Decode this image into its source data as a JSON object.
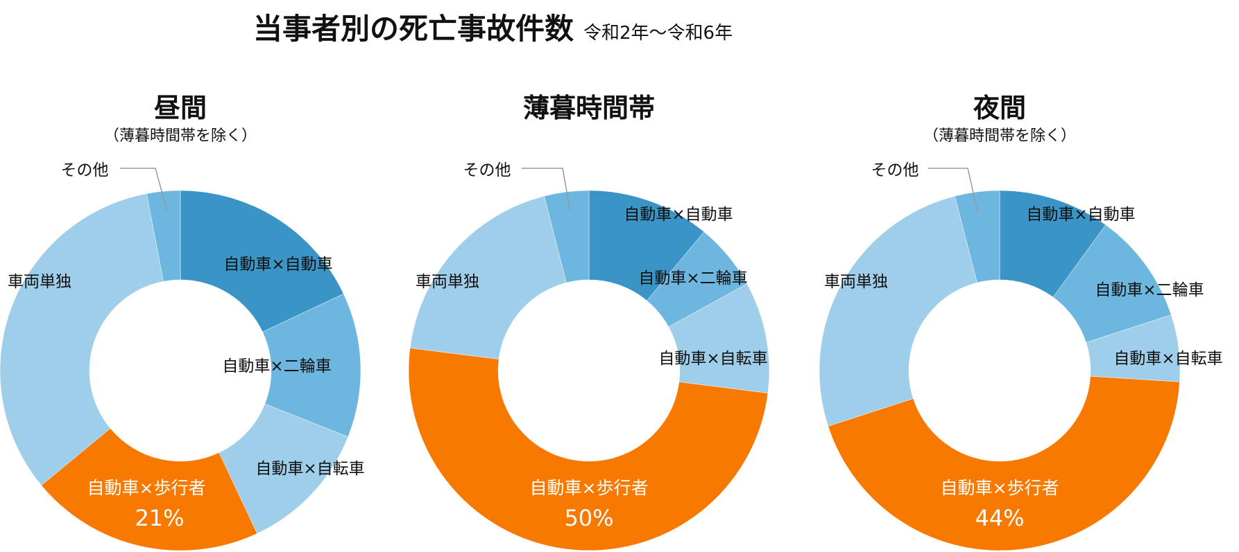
{
  "title": "当事者別の死亡事故件数",
  "period": "令和2年〜令和6年",
  "colors": {
    "car_car": "#3b94c6",
    "car_moto": "#6db6e0",
    "car_bike": "#9ecee9",
    "pedestrian": "#f77900",
    "single": "#9ecee9",
    "other": "#6db6e0",
    "leader": "#999999"
  },
  "chart_data": [
    {
      "type": "pie",
      "title": "昼間",
      "subtitle": "（薄暮時間帯を除く）",
      "labels": [
        "自動車×自動車",
        "自動車×二輪車",
        "自動車×自転車",
        "自動車×歩行者",
        "車両単独",
        "その他"
      ],
      "values": [
        18,
        13,
        12,
        21,
        33,
        3
      ],
      "highlight_label": "21%"
    },
    {
      "type": "pie",
      "title": "薄暮時間帯",
      "subtitle": "",
      "labels": [
        "自動車×自動車",
        "自動車×二輪車",
        "自動車×自転車",
        "自動車×歩行者",
        "車両単独",
        "その他"
      ],
      "values": [
        11,
        6,
        10,
        50,
        19,
        4
      ],
      "highlight_label": "50%"
    },
    {
      "type": "pie",
      "title": "夜間",
      "subtitle": "（薄暮時間帯を除く）",
      "labels": [
        "自動車×自動車",
        "自動車×二輪車",
        "自動車×自転車",
        "自動車×歩行者",
        "車両単独",
        "その他"
      ],
      "values": [
        10,
        10,
        6,
        44,
        26,
        4
      ],
      "highlight_label": "44%"
    }
  ]
}
